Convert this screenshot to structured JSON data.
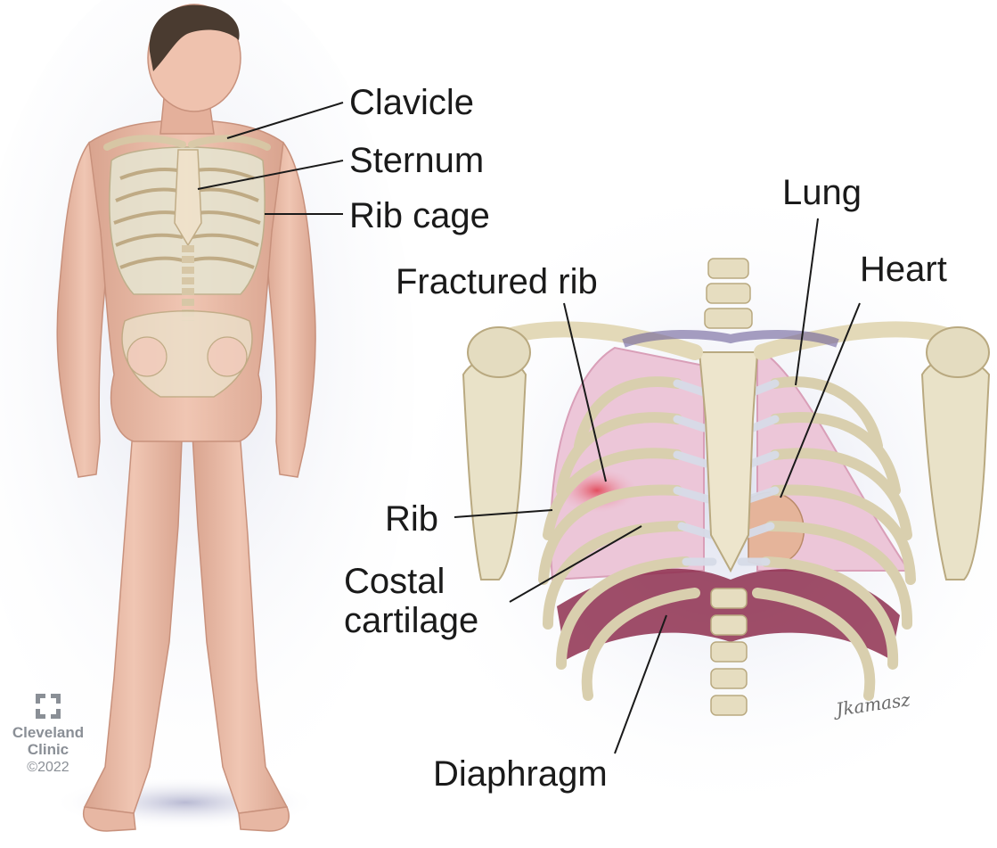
{
  "labels": {
    "clavicle": "Clavicle",
    "sternum": "Sternum",
    "rib_cage": "Rib cage",
    "lung": "Lung",
    "heart": "Heart",
    "fractured_rib": "Fractured rib",
    "rib": "Rib",
    "costal_cartilage": "Costal\ncartilage",
    "diaphragm": "Diaphragm"
  },
  "logo": {
    "brand": "Cleveland\nClinic",
    "copyright": "©2022",
    "signature": "Jkamasz"
  },
  "colors": {
    "skin": "#ecc0ad",
    "bone": "#e8dfc4",
    "cartilage": "#d9dde8",
    "lung": "#ecc6d8",
    "diaphragm": "#8e2f4f",
    "hair": "#4a3b30",
    "text": "#1a1a1a"
  }
}
